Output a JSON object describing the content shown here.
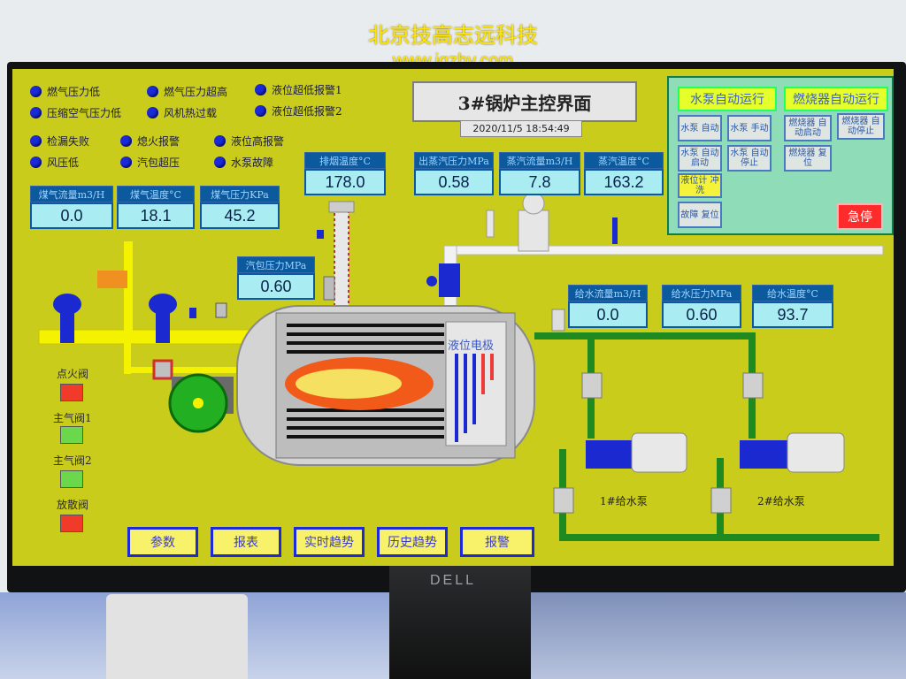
{
  "watermark": {
    "company": "北京技高志远科技",
    "url": "www.jgzhy.com"
  },
  "monitor": {
    "brand": "DELL"
  },
  "header": {
    "title": "3#锅炉主控界面",
    "datetime": "2020/11/5 18:54:49"
  },
  "alarms": [
    {
      "label": "燃气压力低"
    },
    {
      "label": "燃气压力超高"
    },
    {
      "label": "液位超低报警1"
    },
    {
      "label": "压缩空气压力低"
    },
    {
      "label": "风机热过载"
    },
    {
      "label": "液位超低报警2"
    },
    {
      "label": "检漏失败"
    },
    {
      "label": "熄火报警"
    },
    {
      "label": "液位高报警"
    },
    {
      "label": "风压低"
    },
    {
      "label": "汽包超压"
    },
    {
      "label": "水泵故障"
    }
  ],
  "gauges": {
    "gas_flow": {
      "label": "煤气流量m3/H",
      "value": "0.0"
    },
    "gas_temp": {
      "label": "煤气温度°C",
      "value": "18.1"
    },
    "gas_pressure": {
      "label": "煤气压力KPa",
      "value": "45.2"
    },
    "exhaust_temp": {
      "label": "排烟温度°C",
      "value": "178.0"
    },
    "outlet_steam_pressure": {
      "label": "出蒸汽压力MPa",
      "value": "0.58"
    },
    "steam_flow": {
      "label": "蒸汽流量m3/H",
      "value": "7.8"
    },
    "steam_temp": {
      "label": "蒸汽温度°C",
      "value": "163.2"
    },
    "drum_pressure": {
      "label": "汽包压力MPa",
      "value": "0.60"
    },
    "feed_flow": {
      "label": "给水流量m3/H",
      "value": "0.0"
    },
    "feed_pressure": {
      "label": "给水压力MPa",
      "value": "0.60"
    },
    "feed_temp": {
      "label": "给水温度°C",
      "value": "93.7"
    }
  },
  "control_panel": {
    "pump_auto_title": "水泵自动运行",
    "burner_auto_title": "燃烧器自动运行",
    "buttons": {
      "pump_auto": "水泵 自动",
      "pump_manual": "水泵 手动",
      "burner_auto_start": "燃烧器 自动启动",
      "burner_auto_stop": "燃烧器 自动停止",
      "pump_auto_start": "水泵 自动启动",
      "pump_auto_stop": "水泵 自动停止",
      "burner_reset": "燃烧器 复位",
      "level_gauge_flush": "液位计 冲洗",
      "fault_reset": "故障 复位"
    },
    "estop": "急停"
  },
  "boiler": {
    "electrode_label": "液位电极"
  },
  "valves": [
    {
      "label": "点火阀",
      "color": "#f03a2a"
    },
    {
      "label": "主气阀1",
      "color": "#6ad84a"
    },
    {
      "label": "主气阀2",
      "color": "#6ad84a"
    },
    {
      "label": "放散阀",
      "color": "#f03a2a"
    }
  ],
  "pumps": {
    "pump1": "1#给水泵",
    "pump2": "2#给水泵"
  },
  "nav": {
    "params": "参数",
    "report": "报表",
    "realtime": "实时趋势",
    "history": "历史趋势",
    "alarm": "报警"
  },
  "colors": {
    "background": "#c9cc1a",
    "alarm_dot": "#1a2ad8",
    "gas_pipe": "#f5f200",
    "water_pipe": "#1f8a1f",
    "steam_pipe": "#f2f2f2"
  }
}
